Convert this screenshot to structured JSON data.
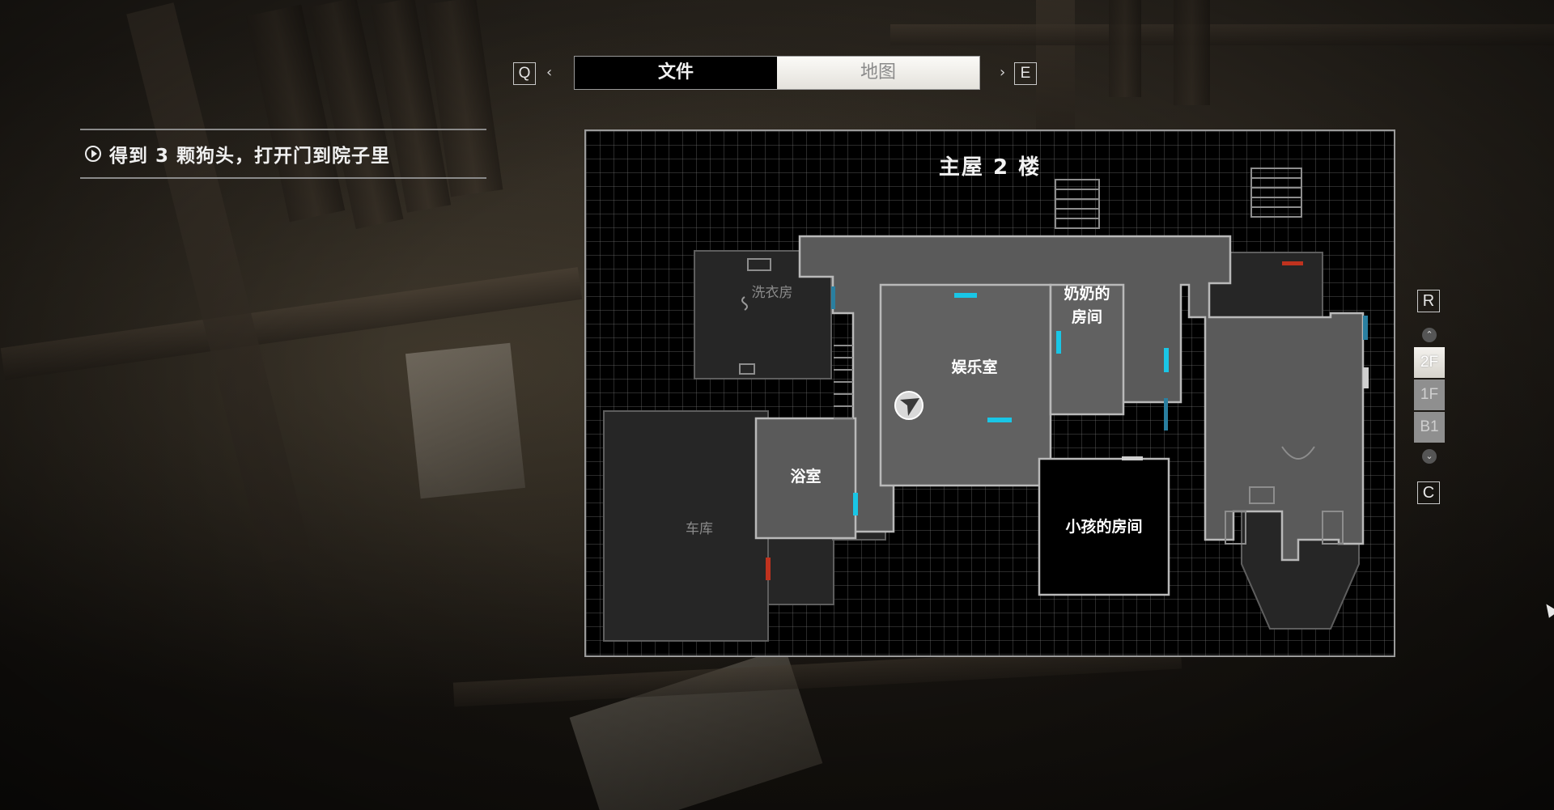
{
  "tabs": {
    "prev_key": "Q",
    "next_key": "E",
    "items": [
      {
        "label": "文件",
        "active": true
      },
      {
        "label": "地图",
        "active": false
      }
    ]
  },
  "objective": {
    "text": "得到 3 颗狗头，打开门到院子里",
    "icon": "play-circle-icon"
  },
  "map": {
    "title": "主屋 2 楼",
    "rooms": {
      "laundry": "洗衣房",
      "rec_room": "娱乐室",
      "grandma_room_line1": "奶奶的",
      "grandma_room_line2": "房间",
      "bathroom": "浴室",
      "garage": "车库",
      "kids_room": "小孩的房间"
    },
    "player_icon": "player-position-arrow-icon",
    "colors": {
      "room_fill": "#5a5a5a",
      "room_stroke": "#b9b9b9",
      "door_cyan": "#19c6e6",
      "door_red": "#c0321e",
      "unexplored_fill": "#2b2b2b"
    }
  },
  "floor_selector": {
    "up_key": "R",
    "down_key": "C",
    "floors": [
      {
        "label": "2F",
        "active": true
      },
      {
        "label": "1F",
        "active": false
      },
      {
        "label": "B1",
        "active": false
      }
    ]
  }
}
